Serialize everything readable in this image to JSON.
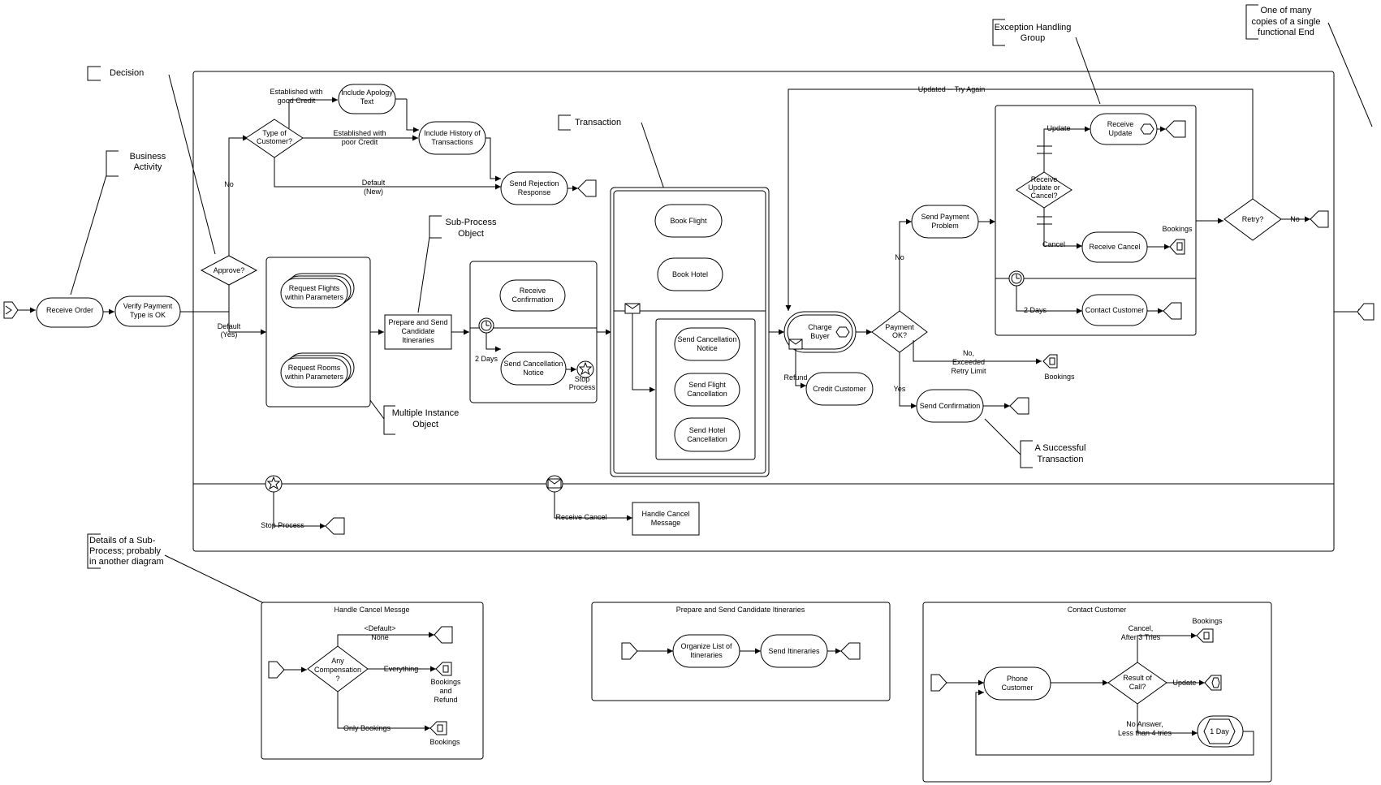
{
  "annotations": {
    "business_activity": [
      "Business",
      "Activity"
    ],
    "decision": "Decision",
    "sub_process_object": [
      "Sub-Process",
      "Object"
    ],
    "multiple_instance": [
      "Multiple Instance",
      "Object"
    ],
    "transaction": "Transaction",
    "exception_group": [
      "Exception Handling",
      "Group"
    ],
    "one_of_many": [
      "One of many",
      "copies of a single",
      "functional End"
    ],
    "successful_tx": [
      "A Successful",
      "Transaction"
    ],
    "details_subprocess": [
      "Details of a Sub-",
      "Process; probably",
      "in another diagram"
    ]
  },
  "main": {
    "receive_order": "Receive Order",
    "verify_payment": [
      "Verify Payment",
      "Type is OK"
    ],
    "approve": "Approve?",
    "no_label": "No",
    "default_yes": [
      "Default",
      "(Yes)"
    ],
    "type_customer": [
      "Type of",
      "Customer?"
    ],
    "good_credit": [
      "Established with",
      "good Credit"
    ],
    "poor_credit": [
      "Established with",
      "poor Credit"
    ],
    "default_new": [
      "Default",
      "(New)"
    ],
    "include_apology": [
      "Include Apology",
      "Text"
    ],
    "include_history": [
      "Include History of",
      "Transactions"
    ],
    "send_rejection": [
      "Send Rejection",
      "Response"
    ],
    "request_flights": [
      "Request Flights",
      "within Parameters"
    ],
    "request_rooms": [
      "Request Rooms",
      "within Parameters"
    ],
    "prepare_send": [
      "Prepare and Send",
      "Candidate",
      "Itineraries"
    ],
    "receive_confirmation": [
      "Receive",
      "Confirmation"
    ],
    "two_days": "2 Days",
    "send_cancel_notice": [
      "Send Cancellation",
      "Notice"
    ],
    "stop_process": [
      "Stop",
      "Process"
    ],
    "book_flight": "Book Flight",
    "book_hotel": "Book Hotel",
    "send_cancel_notice2": [
      "Send Cancellation",
      "Notice"
    ],
    "send_flight_cancel": [
      "Send Flight",
      "Cancellation"
    ],
    "send_hotel_cancel": [
      "Send Hotel",
      "Cancellation"
    ],
    "charge_buyer": [
      "Charge",
      "Buyer"
    ],
    "refund": "Refund",
    "credit_customer": "Credit Customer",
    "payment_ok": [
      "Payment",
      "OK?"
    ],
    "yes_label": "Yes",
    "send_payment_problem": [
      "Send Payment",
      "Problem"
    ],
    "send_confirmation": "Send Confirmation",
    "no_exceeded": [
      "No,",
      "Exceeded",
      "Retry Limit"
    ],
    "bookings": "Bookings",
    "updated_try_again": "Updated -- Try Again",
    "update": "Update",
    "receive_update": [
      "Receive",
      "Update"
    ],
    "receive_update_or_cancel": [
      "Receive",
      "Update or",
      "Cancel?"
    ],
    "cancel": "Cancel",
    "receive_cancel": "Receive Cancel",
    "bookings2": "Bookings",
    "two_days2": "2 Days",
    "contact_customer": "Contact Customer",
    "retry": "Retry?",
    "no_short": "No",
    "stop_process_bottom": "Stop Process",
    "receive_cancel_bottom": "Receive Cancel",
    "handle_cancel_message": [
      "Handle Cancel",
      "Message"
    ]
  },
  "detail1": {
    "title": "Handle Cancel Messge",
    "default_none": [
      "<Default>",
      "None"
    ],
    "any_compensation": [
      "Any",
      "Compensation",
      "?"
    ],
    "everything": "Everything",
    "bookings_refund": [
      "Bookings",
      "and",
      "Refund"
    ],
    "only_bookings": "Only Bookings",
    "bookings": "Bookings"
  },
  "detail2": {
    "title": "Prepare and Send Candidate Itineraries",
    "organize": [
      "Organize List of",
      "Itineraries"
    ],
    "send_itineraries": "Send Itineraries"
  },
  "detail3": {
    "title": "Contact Customer",
    "phone_customer": [
      "Phone",
      "Customer"
    ],
    "cancel_after": [
      "Cancel,",
      "After 3 Tries"
    ],
    "bookings": "Bookings",
    "result_call": [
      "Result of",
      "Call?"
    ],
    "update": "Update",
    "no_answer": [
      "No Answer,",
      "Less than 4 tries"
    ],
    "one_day": "1 Day"
  }
}
